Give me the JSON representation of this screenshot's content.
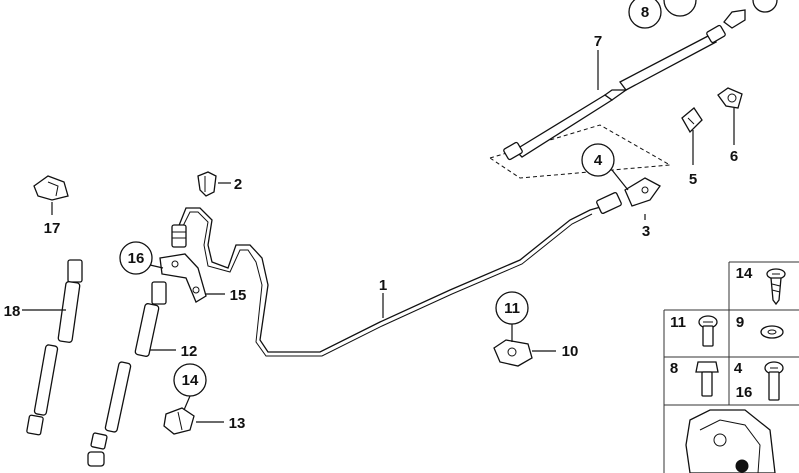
{
  "diagram": {
    "callouts": {
      "c1": "1",
      "c2": "2",
      "c3": "3",
      "c4": "4",
      "c5": "5",
      "c6": "6",
      "c7": "7",
      "c8": "8",
      "c10": "10",
      "c11": "11",
      "c12": "12",
      "c13": "13",
      "c14": "14",
      "c15": "15",
      "c16": "16",
      "c17": "17",
      "c18": "18"
    },
    "legend": {
      "l14": "14",
      "l11": "11",
      "l9": "9",
      "l8": "8",
      "l4": "4",
      "l16": "16"
    }
  }
}
